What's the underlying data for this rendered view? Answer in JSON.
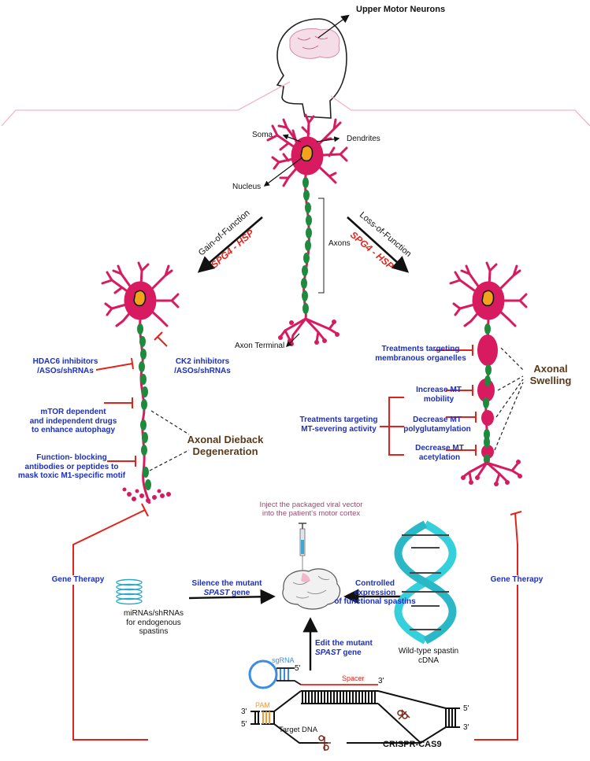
{
  "title": "Upper Motor Neurons",
  "neuron_parts": {
    "soma": "Soma",
    "dendrites": "Dendrites",
    "nucleus": "Nucleus",
    "axons": "Axons",
    "axon_terminal": "Axon Terminal"
  },
  "pathways": {
    "gain": "Gain-of-Function",
    "loss": "Loss-of-Function",
    "spg4": "SPG4 - HSP"
  },
  "left_treatments": {
    "hdac6": [
      "HDAC6 inhibitors",
      "/ASOs/shRNAs"
    ],
    "ck2": [
      "CK2 inhibitors",
      "/ASOs/shRNAs"
    ],
    "mtor": [
      "mTOR dependent",
      "and independent drugs",
      "to enhance autophagy"
    ],
    "function_blocking": [
      "Function- blocking",
      "antibodies or peptides to",
      "mask toxic M1-specific motif"
    ]
  },
  "axonal_dieback": [
    "Axonal Dieback",
    "Degeneration"
  ],
  "axonal_swelling": [
    "Axonal",
    "Swelling"
  ],
  "right_treatments": {
    "membranous": [
      "Treatments targeting",
      "membranous organelles"
    ],
    "severing": [
      "Treatments targeting",
      "MT-severing activity"
    ],
    "mobility": [
      "Increase MT",
      "mobility"
    ],
    "polyglutamylation": [
      "Decrease MT",
      "polyglutamylation"
    ],
    "acetylation": [
      "Decrease MT",
      "acetylation"
    ]
  },
  "gene_therapy": "Gene Therapy",
  "inject": [
    "Inject the packaged viral vector",
    "into the patient's motor cortex"
  ],
  "silence": [
    "Silence the mutant",
    "SPAST",
    "gene"
  ],
  "mirnas": [
    "miRNAs/shRNAs",
    "for endogenous",
    "spastins"
  ],
  "controlled": [
    "Controlled expression",
    "of functional spastins"
  ],
  "wildtype": [
    "Wild-type spastin",
    "cDNA"
  ],
  "edit": [
    "Edit the mutant",
    "SPAST",
    "gene"
  ],
  "crispr": {
    "sgrna": "sgRNA",
    "spacer": "Spacer",
    "pam": "PAM",
    "target": "Target DNA",
    "name": "CRISPR-CAS9",
    "five": "5'",
    "three": "3'"
  },
  "colors": {
    "neuron": "#d81b60",
    "axon_segment": "#1e8a3c",
    "nucleus": "#f2a21b",
    "inhibit": "#e0241b",
    "treatment_text": "#1b2fc4",
    "dna": "#35d0dc",
    "guide": "#f4b6c8"
  }
}
